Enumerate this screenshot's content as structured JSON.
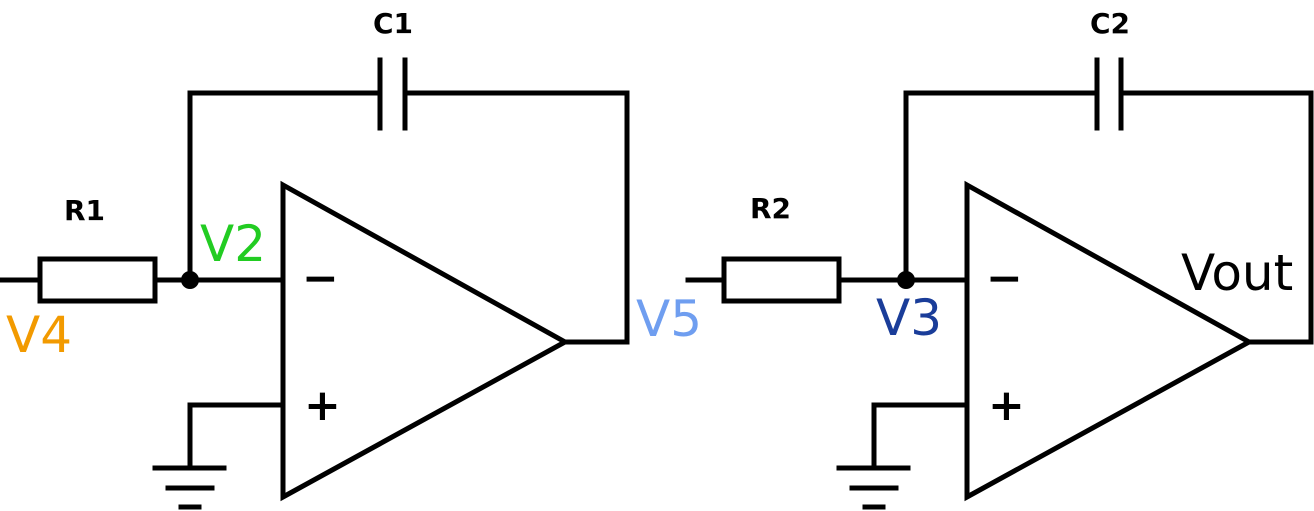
{
  "components": {
    "r1": "R1",
    "r2": "R2",
    "c1": "C1",
    "c2": "C2"
  },
  "nets": {
    "v2": {
      "label": "V2",
      "color": "#22cc22"
    },
    "v3": {
      "label": "V3",
      "color": "#1a3d99"
    },
    "v4": {
      "label": "V4",
      "color": "#f29a00"
    },
    "v5": {
      "label": "V5",
      "color": "#6f9ef0"
    },
    "vout": {
      "label": "Vout",
      "color": "#000000"
    }
  },
  "opamps": {
    "u1": {
      "inverting_sign": "−",
      "noninverting_sign": "+"
    },
    "u2": {
      "inverting_sign": "−",
      "noninverting_sign": "+"
    }
  }
}
